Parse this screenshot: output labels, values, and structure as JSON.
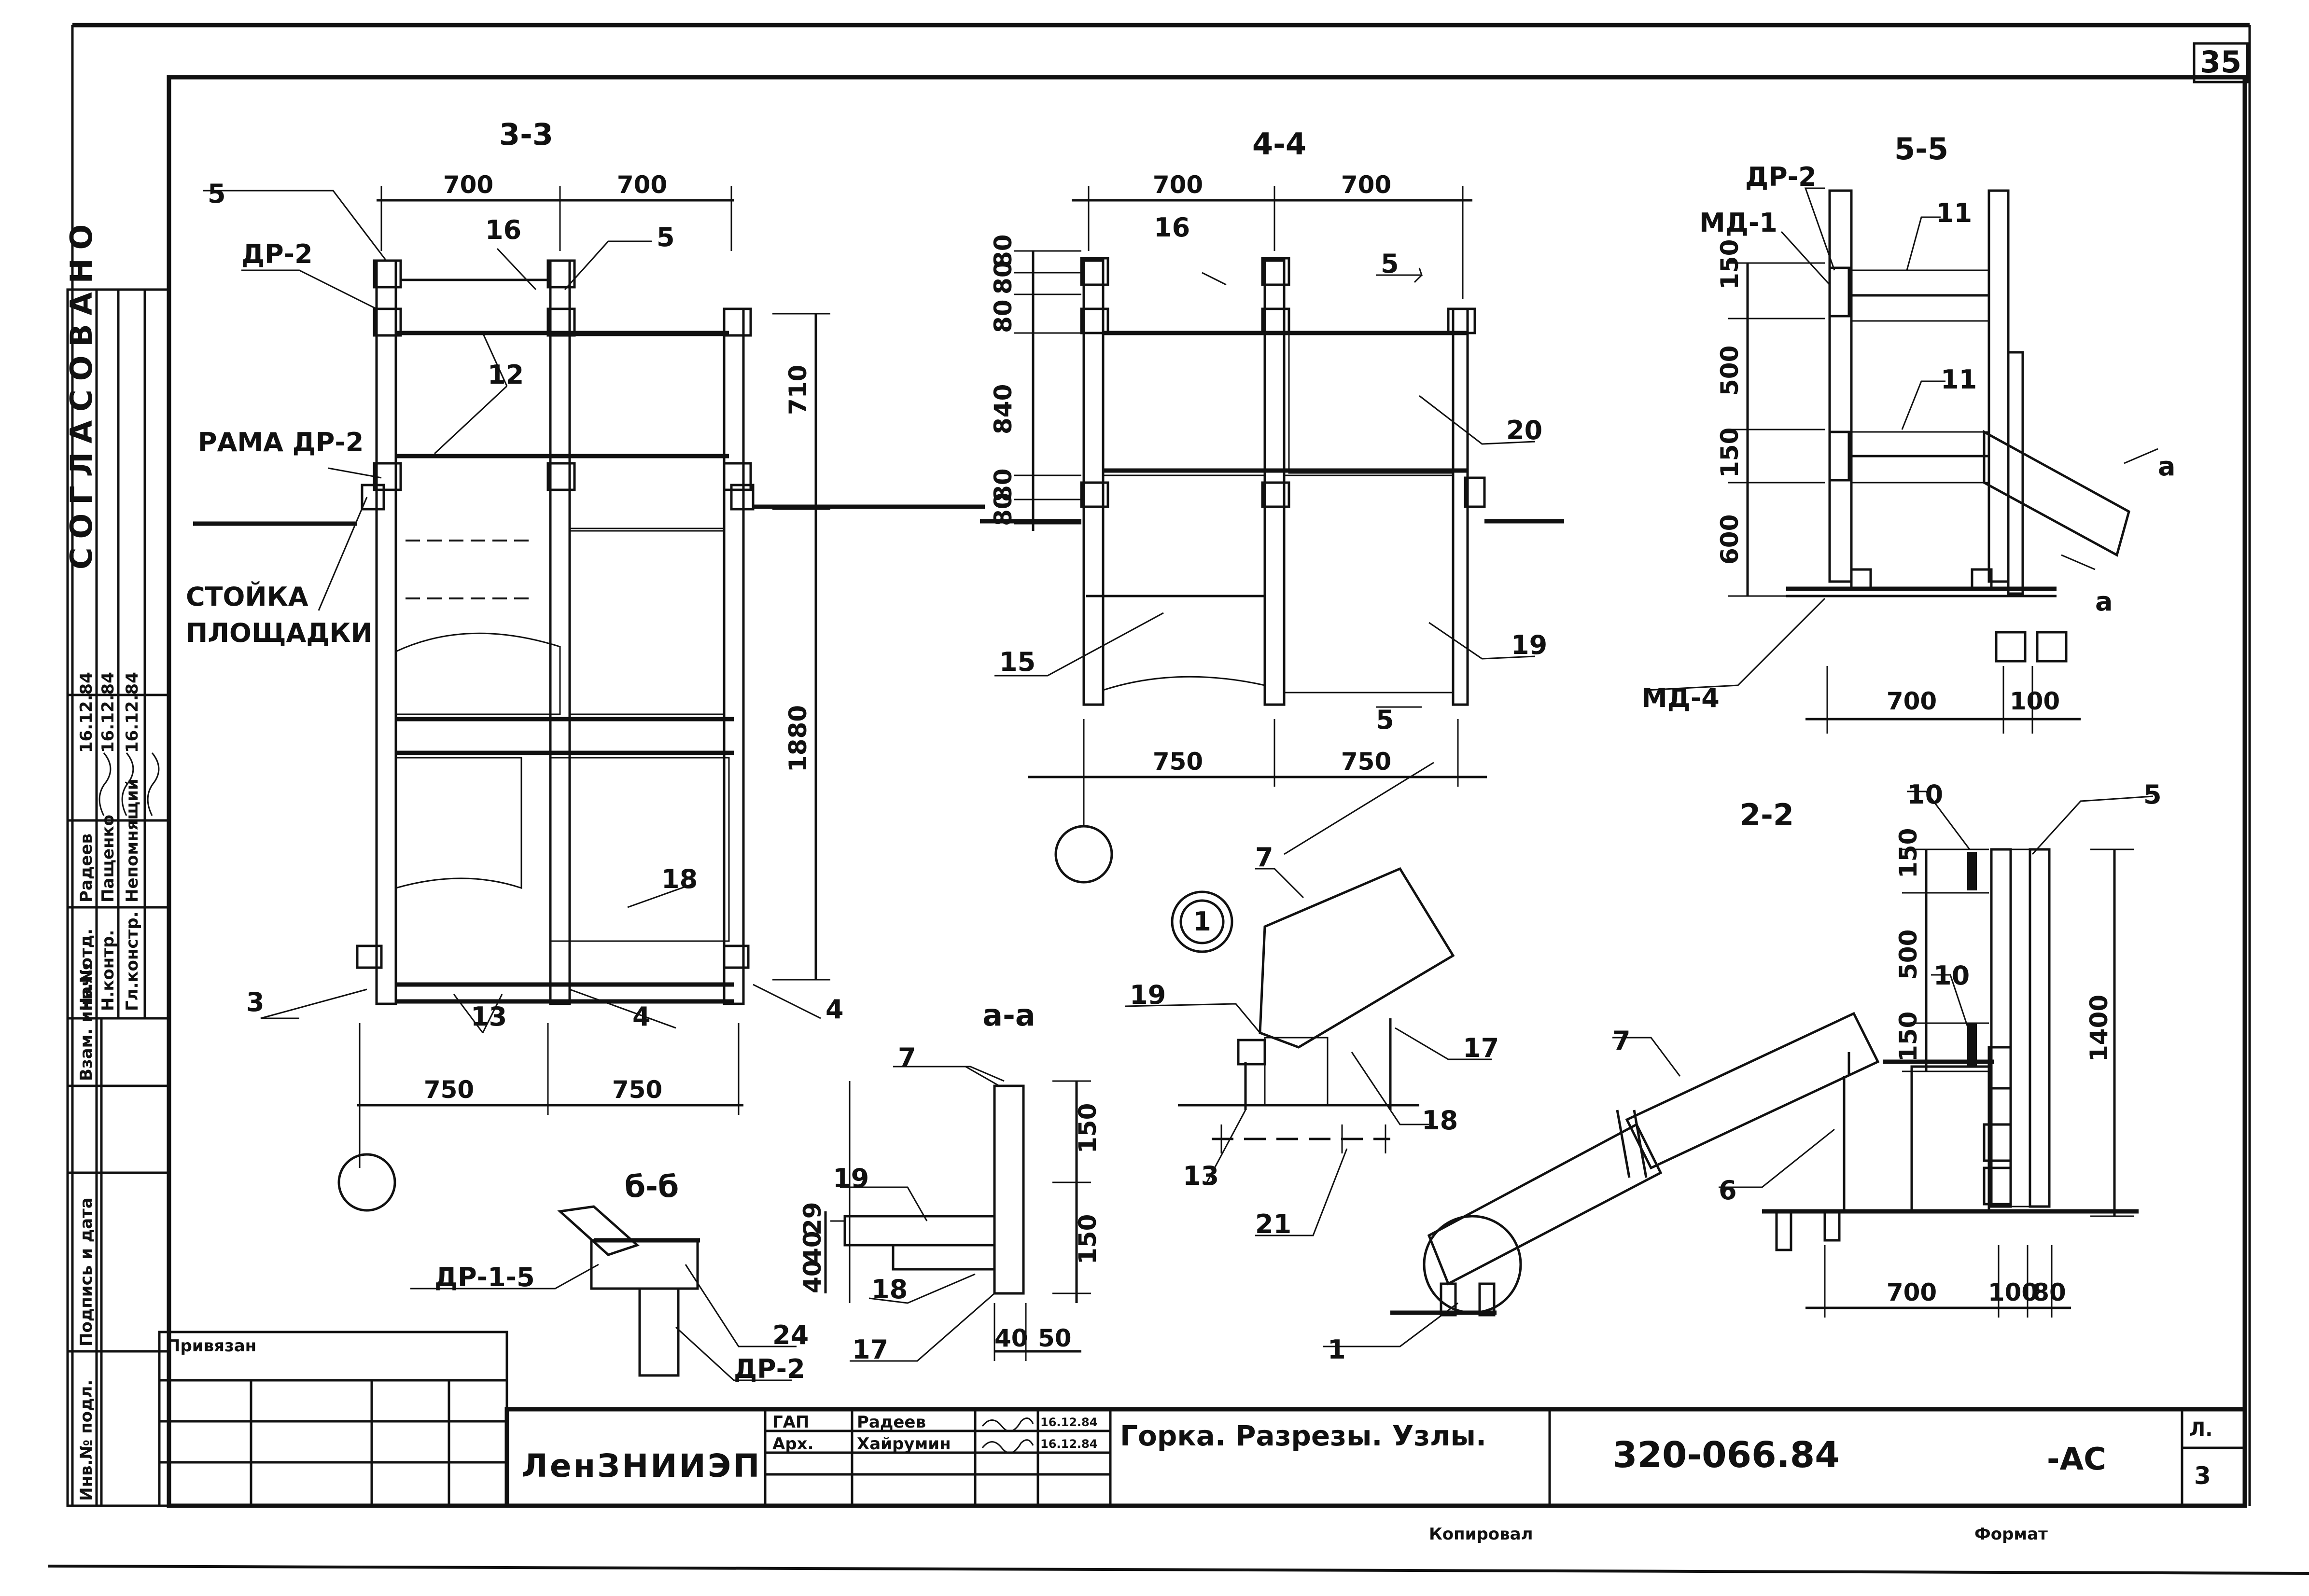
{
  "sheet": {
    "number": "35",
    "approval_stamp": "СОГЛАСОВАНО",
    "side_columns": [
      "Инв.№ подл.",
      "Подпись и дата",
      "Взам. инв.№"
    ],
    "approvals": [
      {
        "role": "Нач.отд.",
        "name": "Радеев",
        "date": "16.12.84"
      },
      {
        "role": "Н.контр.",
        "name": "Пащенко",
        "date": "16.12.84"
      },
      {
        "role": "Гл.констр.",
        "name": "Непомнящий",
        "date": "16.12.84"
      }
    ],
    "privyazan": "Привязан",
    "footer_left": "Копировал",
    "footer_right": "Формат"
  },
  "title_block": {
    "org": "ЛенЗНИИЭП",
    "roles": [
      {
        "role": "ГАП",
        "name": "Радеев",
        "date": "16.12.84"
      },
      {
        "role": "Арх.",
        "name": "Хайрумин",
        "date": "16.12.84"
      }
    ],
    "title": "Горка. Разрезы. Узлы.",
    "code": "320-066.84",
    "suffix": "-АС",
    "sheet_label": "Л.",
    "sheet_value": "3"
  },
  "sections": {
    "s33": {
      "title": "3-3"
    },
    "s44": {
      "title": "4-4"
    },
    "s55": {
      "title": "5-5"
    },
    "s22": {
      "title": "2-2"
    },
    "aa": {
      "title": "а-а"
    },
    "bb": {
      "title": "б-б"
    },
    "node1": {
      "title": "1"
    }
  },
  "labels": {
    "s33": [
      "5",
      "ДР-2",
      "16",
      "5",
      "12",
      "РАМА ДР-2",
      "СТОЙКА",
      "ПЛОЩАДКИ",
      "18",
      "3",
      "13",
      "4",
      "4"
    ],
    "s44": [
      "16",
      "5",
      "20",
      "15",
      "19",
      "5"
    ],
    "s55": [
      "ДР-2",
      "МД-1",
      "11",
      "11",
      "а",
      "а",
      "МД-4"
    ],
    "s22": [
      "10",
      "5",
      "10",
      "7",
      "6",
      "1"
    ],
    "aa": [
      "7",
      "19",
      "18",
      "17"
    ],
    "bb": [
      "ДР-1-5",
      "24",
      "ДР-2"
    ],
    "node": [
      "7",
      "19",
      "17",
      "18",
      "13",
      "21"
    ]
  },
  "dims": {
    "s33": [
      "700",
      "700",
      "710",
      "1880",
      "750",
      "750"
    ],
    "s44": [
      "700",
      "700",
      "80",
      "80",
      "80",
      "840",
      "80",
      "80",
      "750",
      "750"
    ],
    "s55": [
      "150",
      "500",
      "150",
      "600",
      "700",
      "100"
    ],
    "s22": [
      "150",
      "500",
      "150",
      "1400",
      "700",
      "100",
      "80"
    ],
    "aa": [
      "150",
      "150",
      "29",
      "40",
      "40",
      "40",
      "50"
    ]
  }
}
